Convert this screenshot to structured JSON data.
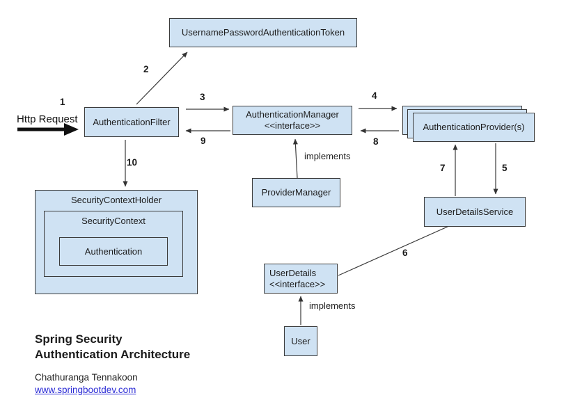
{
  "diagram": {
    "nodes": {
      "token": "UsernamePasswordAuthenticationToken",
      "filter": "AuthenticationFilter",
      "manager_line1": "AuthenticationManager",
      "manager_line2": "<<interface>>",
      "providers": "AuthenticationProvider(s)",
      "provider_manager": "ProviderManager",
      "security_context_holder": "SecurityContextHolder",
      "security_context": "SecurityContext",
      "authentication": "Authentication",
      "user_details_service": "UserDetailsService",
      "user_details_line1": "UserDetails",
      "user_details_line2": "<<interface>>",
      "user": "User"
    },
    "edge_labels": {
      "n1": "1",
      "n2": "2",
      "n3": "3",
      "n4": "4",
      "n5": "5",
      "n6": "6",
      "n7": "7",
      "n8": "8",
      "n9": "9",
      "n10": "10",
      "http_request": "Http Request",
      "implements_manager": "implements",
      "implements_user": "implements"
    },
    "colors": {
      "node_fill": "#cfe2f3",
      "node_border": "#3b3b3b",
      "arrow": "#333333",
      "link": "#2b2bd5"
    }
  },
  "footer": {
    "title_line1": "Spring Security",
    "title_line2": "Authentication Architecture",
    "author": "Chathuranga Tennakoon",
    "website": "www.springbootdev.com"
  }
}
